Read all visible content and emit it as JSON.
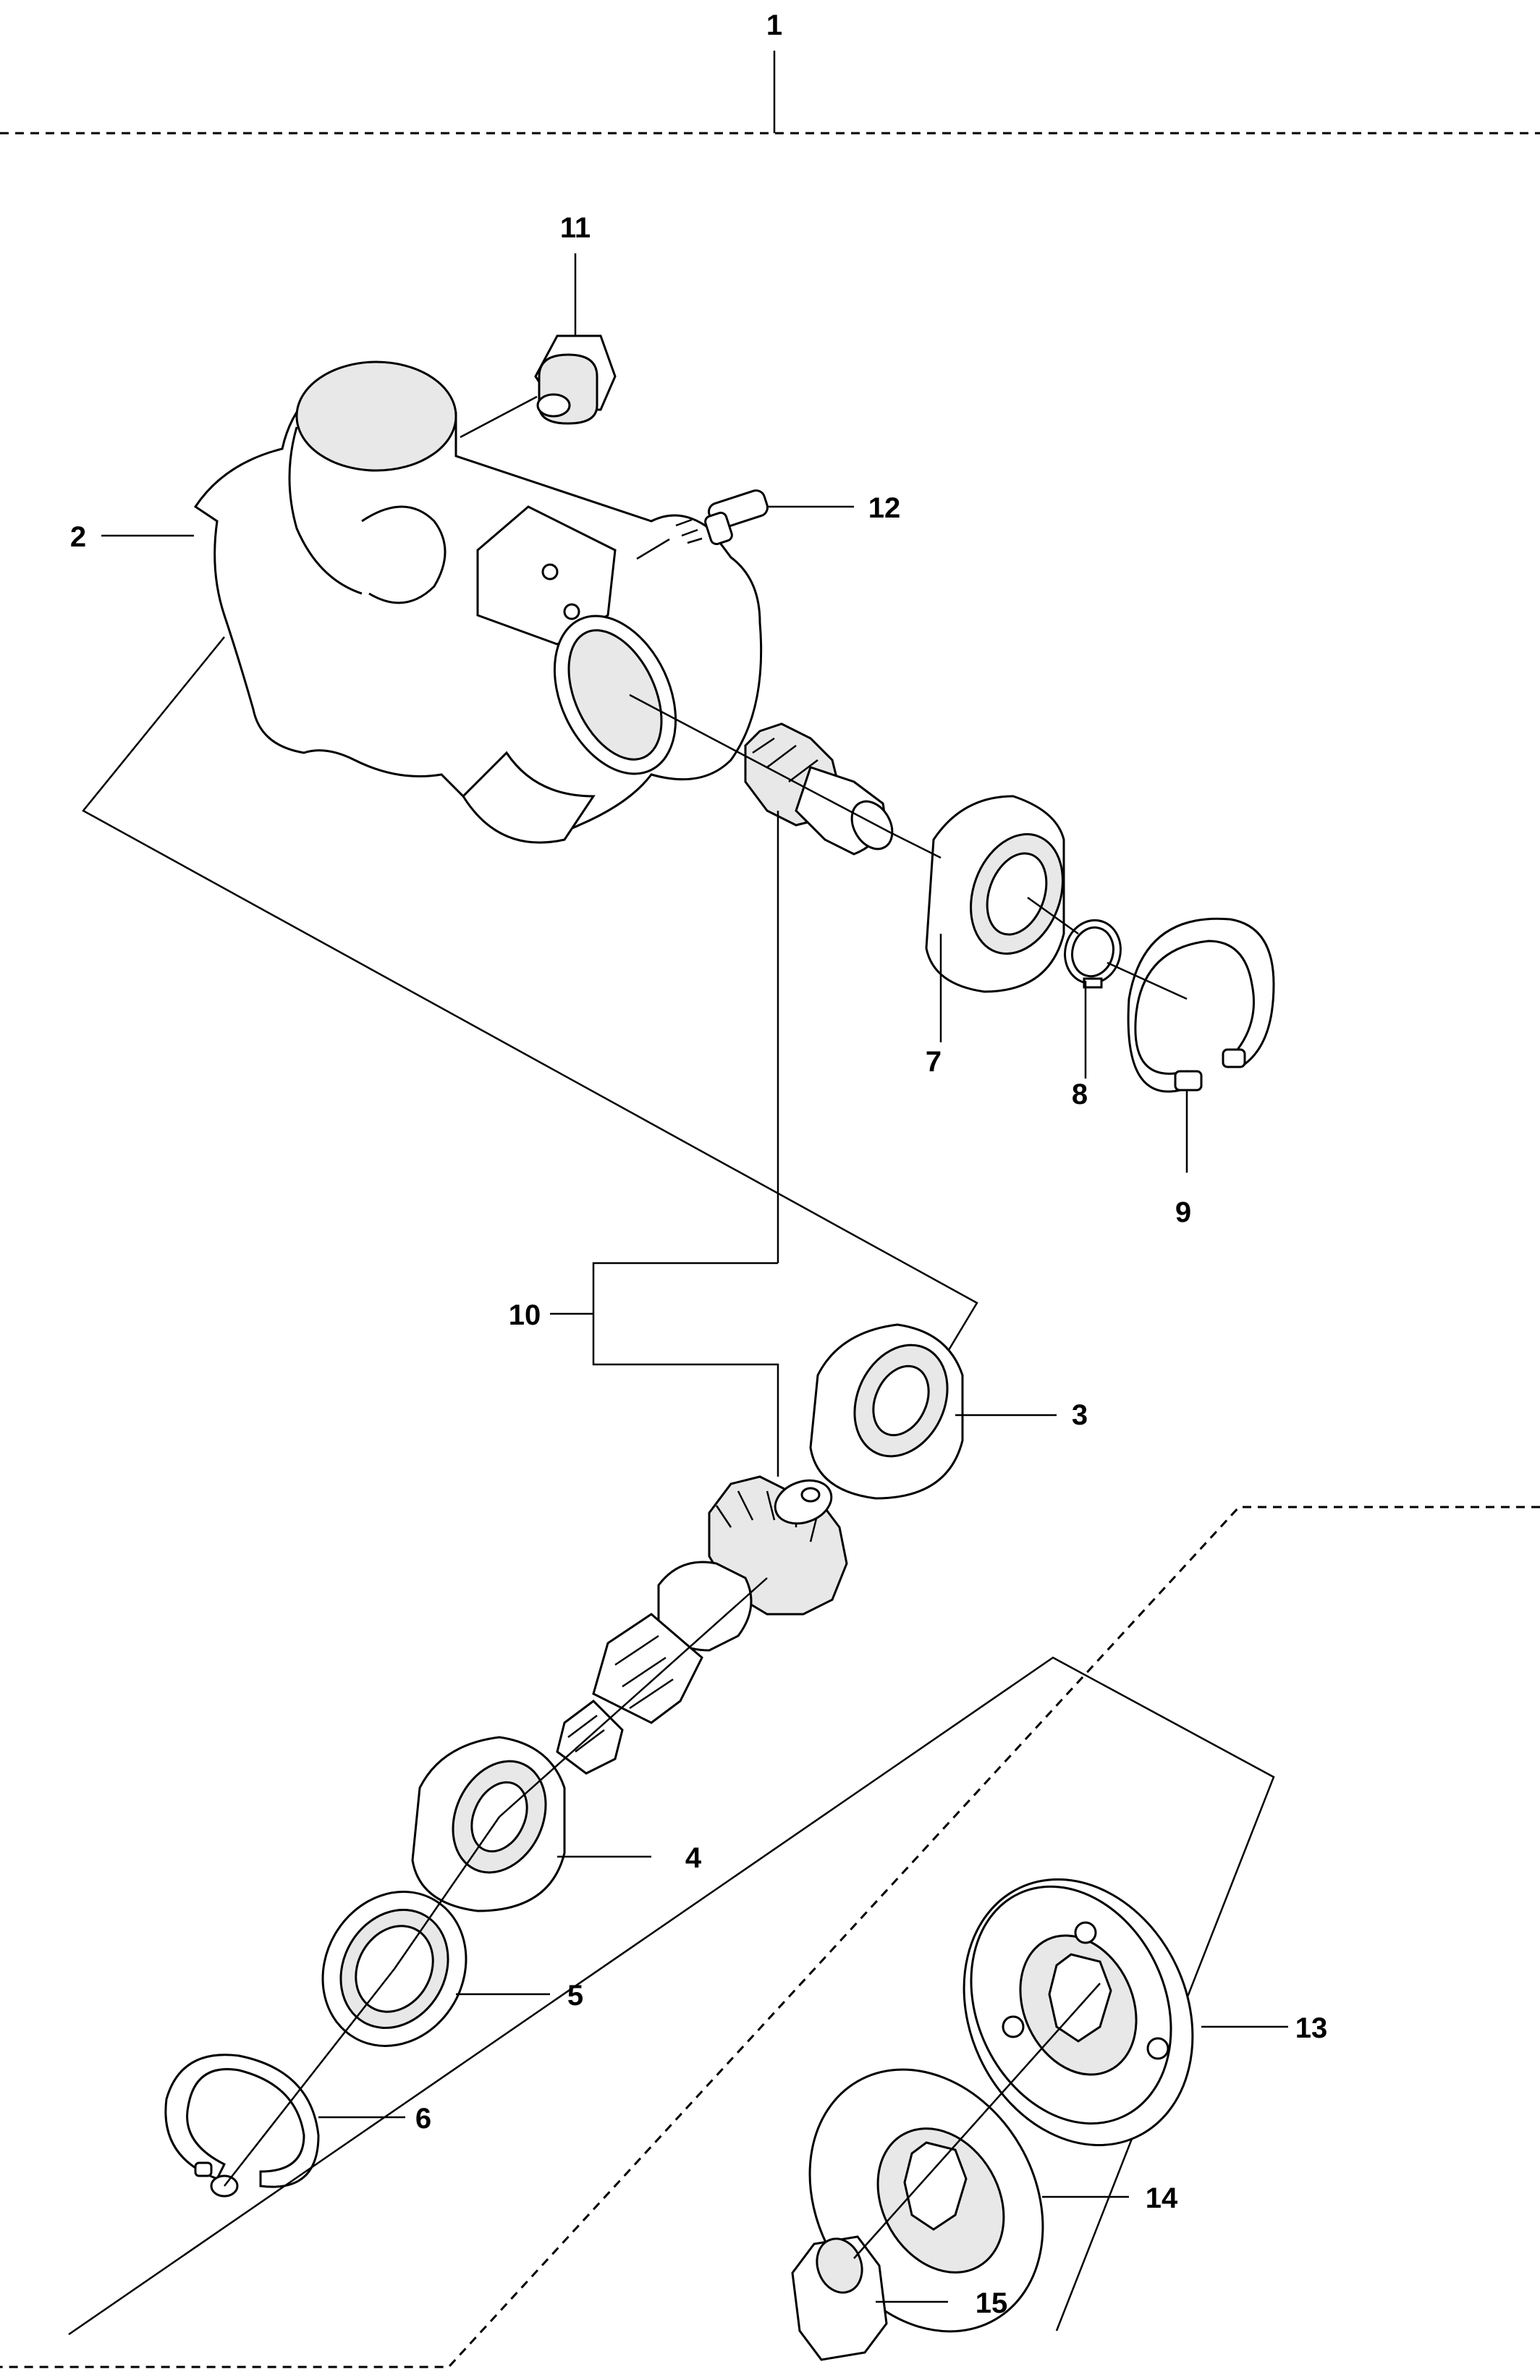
{
  "callouts": {
    "c1": "1",
    "c2": "2",
    "c3": "3",
    "c4": "4",
    "c5": "5",
    "c6": "6",
    "c7": "7",
    "c8": "8",
    "c9": "9",
    "c10": "10",
    "c11": "11",
    "c12": "12",
    "c13": "13",
    "c14": "14",
    "c15": "15"
  },
  "colors": {
    "ink": "#000000",
    "paper": "#ffffff",
    "shade": "#e8e8e8"
  }
}
